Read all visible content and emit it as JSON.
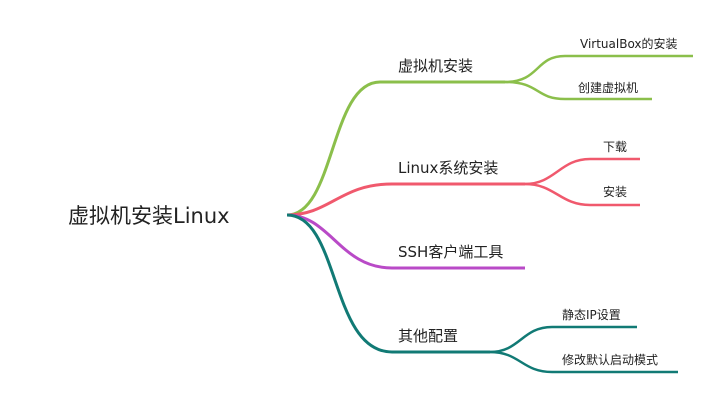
{
  "root": {
    "label": "虚拟机安装Linux"
  },
  "colors": {
    "green": "#8bbf4b",
    "red": "#f0596d",
    "purple": "#b94ac7",
    "teal": "#117a75"
  },
  "branches": [
    {
      "label": "虚拟机安装",
      "color": "#8bbf4b",
      "children": [
        {
          "label": "VirtualBox的安装"
        },
        {
          "label": "创建虚拟机"
        }
      ]
    },
    {
      "label": "Linux系统安装",
      "color": "#f0596d",
      "children": [
        {
          "label": "下载"
        },
        {
          "label": "安装"
        }
      ]
    },
    {
      "label": "SSH客户端工具",
      "color": "#b94ac7",
      "children": []
    },
    {
      "label": "其他配置",
      "color": "#117a75",
      "children": [
        {
          "label": "静态IP设置"
        },
        {
          "label": "修改默认启动模式"
        }
      ]
    }
  ]
}
